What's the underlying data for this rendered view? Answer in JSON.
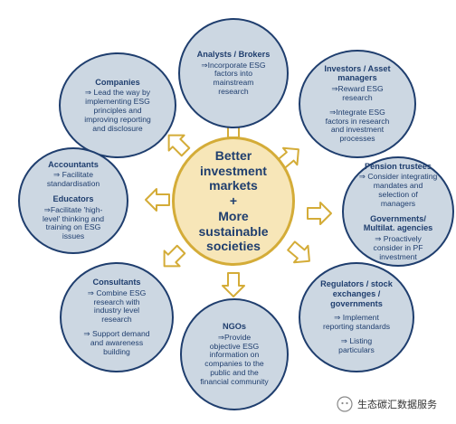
{
  "center": {
    "line1": "Better",
    "line2": "investment",
    "line3": "markets",
    "line4": "+",
    "line5": "More",
    "line6": "sustainable",
    "line7": "societies"
  },
  "nodes": {
    "analysts": {
      "title1": "Analysts / Brokers",
      "d1": "⇒Incorporate ESG",
      "d2": "factors into",
      "d3": "mainstream",
      "d4": "research"
    },
    "companies": {
      "title1": "Companies",
      "d1": "⇒ Lead the way by",
      "d2": "implementing ESG",
      "d3": "principles and",
      "d4": "improving reporting",
      "d5": "and disclosure"
    },
    "investors": {
      "title1": "Investors / Asset",
      "title2": "managers",
      "d1": "⇒Reward ESG",
      "d2": "research",
      "e1": "⇒Integrate ESG",
      "e2": "factors in research",
      "e3": "and investment",
      "e4": "processes"
    },
    "accountants": {
      "title1": "Accountants",
      "d1": "⇒ Facilitate",
      "d2": "standardisation",
      "t2": "Educators",
      "e1": "⇒Facilitate 'high-",
      "e2": "level' thinking and",
      "e3": "training on ESG",
      "e4": "issues"
    },
    "pension": {
      "title1": "Pension trustees",
      "d1": "⇒ Consider integrating",
      "d2": "mandates and",
      "d3": "selection of",
      "d4": "managers",
      "t2a": "Governments/",
      "t2b": "Multilat. agencies",
      "e1": "⇒ Proactively",
      "e2": "consider in PF",
      "e3": "investment"
    },
    "consultants": {
      "title1": "Consultants",
      "d1": "⇒ Combine ESG",
      "d2": "research with",
      "d3": "industry level",
      "d4": "research",
      "e1": "⇒ Support demand",
      "e2": "and awareness",
      "e3": "building"
    },
    "regulators": {
      "title1": "Regulators / stock",
      "title2": "exchanges /",
      "title3": "governments",
      "d1": "⇒ Implement",
      "d2": "reporting standards",
      "e1": "⇒ Listing",
      "e2": "particulars"
    },
    "ngos": {
      "title1": "NGOs",
      "d1": "⇒Provide",
      "d2": "objective ESG",
      "d3": "information on",
      "d4": "companies to the",
      "d5": "public and the",
      "d6": "financial community"
    }
  },
  "watermark": {
    "text": "生态碳汇数据服务"
  },
  "colors": {
    "node_fill": "#ccd7e2",
    "node_border": "#1f3e6e",
    "center_fill": "#f7e6b8",
    "center_border": "#d4ac38",
    "arrow": "#d4ac38"
  }
}
